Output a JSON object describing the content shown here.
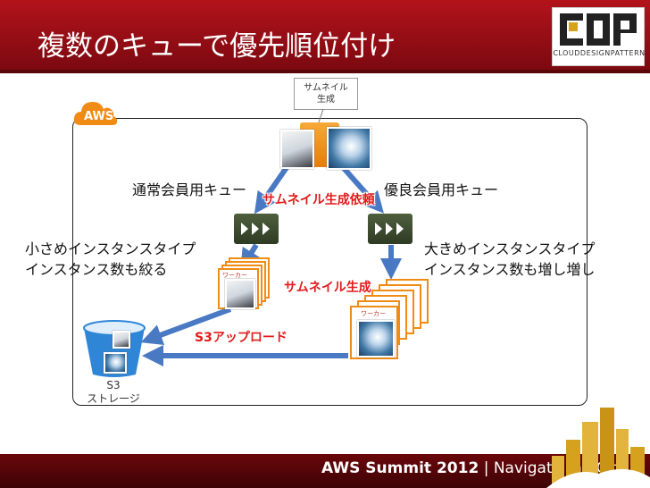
{
  "header": {
    "title": "複数のキューで優先順位付け",
    "logo_sub": "CLOUDDESIGNPATTERN",
    "logo_letters": "CDP"
  },
  "diagram": {
    "aws_label": "AWS",
    "callout": [
      "サムネイル",
      "生成"
    ],
    "normal_queue_label": "通常会員用キュー",
    "premium_queue_label": "優良会員用キュー",
    "request_label": "サムネイル生成依頼",
    "left_desc": [
      "小さめインスタンスタイプ",
      "インスタンス数も絞る"
    ],
    "right_desc": [
      "大きめインスタンスタイプ",
      "インスタンス数も増し増し"
    ],
    "generate_label": "サムネイル生成",
    "upload_label": "S3アップロード",
    "worker_label": "ワーカー",
    "s3_label": [
      "S3",
      "ストレージ"
    ]
  },
  "footer": {
    "event": "AWS Summit 2012",
    "separator": "|",
    "tagline": "Navigate the Cloud"
  },
  "colors": {
    "header_red": "#b3131b",
    "accent_red": "#e21b1b",
    "arrow_blue": "#4a79c4",
    "orange": "#f08c15",
    "queue_green": "#3c4a2e",
    "s3_blue": "#2f86d6"
  }
}
